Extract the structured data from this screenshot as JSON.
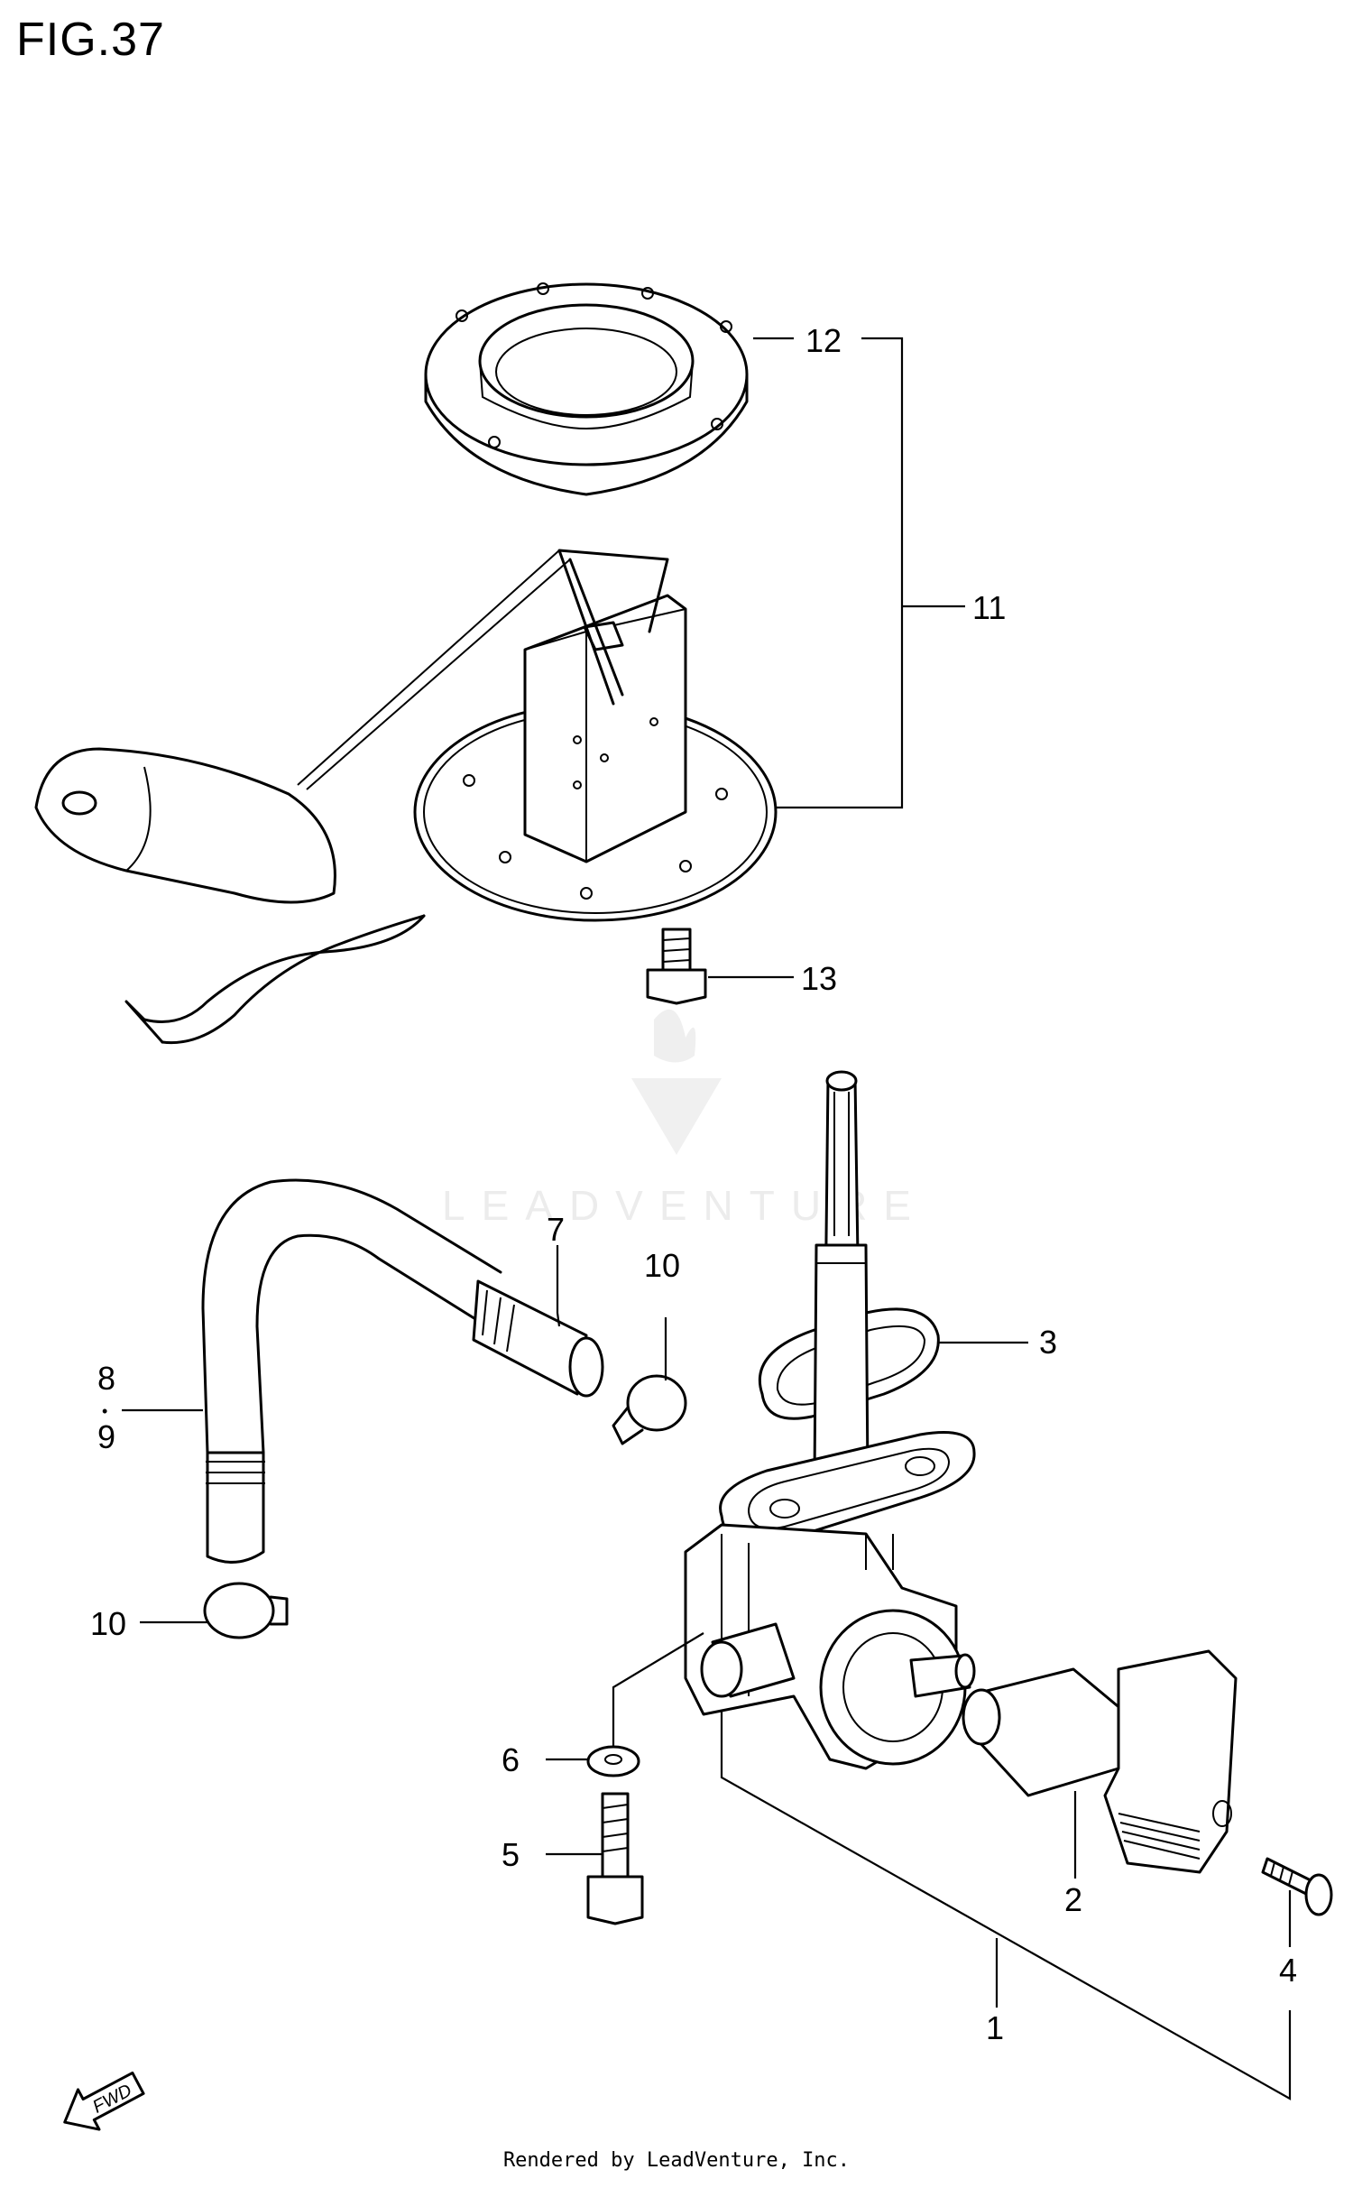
{
  "figure": {
    "title": "FIG.37"
  },
  "footer": {
    "text": "Rendered by LeadVenture, Inc."
  },
  "watermark": {
    "text": "LEADVENTURE"
  },
  "fwd_badge": {
    "text": "FWD"
  },
  "callouts": [
    {
      "id": "12",
      "label": "12"
    },
    {
      "id": "11",
      "label": "11"
    },
    {
      "id": "13",
      "label": "13"
    },
    {
      "id": "7",
      "label": "7"
    },
    {
      "id": "10a",
      "label": "10"
    },
    {
      "id": "3",
      "label": "3"
    },
    {
      "id": "8",
      "label": "8"
    },
    {
      "id": "dot",
      "label": "•"
    },
    {
      "id": "9",
      "label": "9"
    },
    {
      "id": "10b",
      "label": "10"
    },
    {
      "id": "6",
      "label": "6"
    },
    {
      "id": "5",
      "label": "5"
    },
    {
      "id": "2",
      "label": "2"
    },
    {
      "id": "1",
      "label": "1"
    },
    {
      "id": "4",
      "label": "4"
    }
  ]
}
